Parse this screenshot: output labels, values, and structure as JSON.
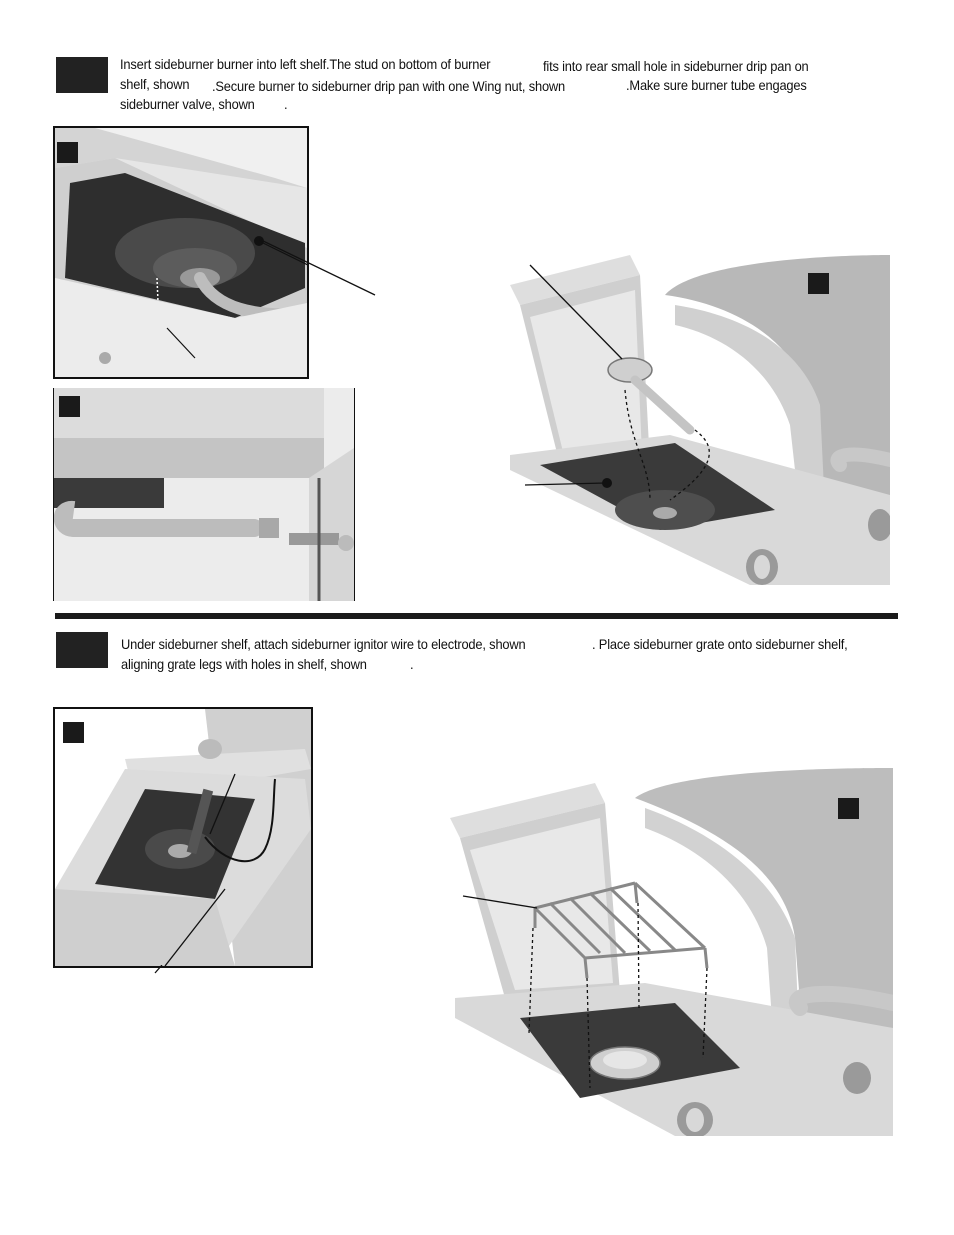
{
  "step1": {
    "line1a": "Insert sideburner burner into left shelf.The stud on bottom of burner",
    "line1b": "fits into rear small hole in sideburner drip pan on",
    "line2a": "shelf, shown",
    "line2b": ".Secure burner to sideburner drip pan with one Wing nut, shown",
    "line2c": ".Make sure burner tube engages",
    "line3a": "sideburner valve, shown",
    "line3b": "."
  },
  "step2": {
    "line1a": "Under sideburner shelf, attach sideburner ignitor wire to electrode, shown",
    "line1b": ". Place sideburner grate onto sideburner shelf,",
    "line2a": "aligning grate legs with holes in shelf, shown",
    "line2b": "."
  },
  "colors": {
    "step_box": "#222222",
    "divider": "#1a1a1a",
    "panel_gray": "#c8c8c8",
    "dark_pan": "#3a3a3a"
  }
}
